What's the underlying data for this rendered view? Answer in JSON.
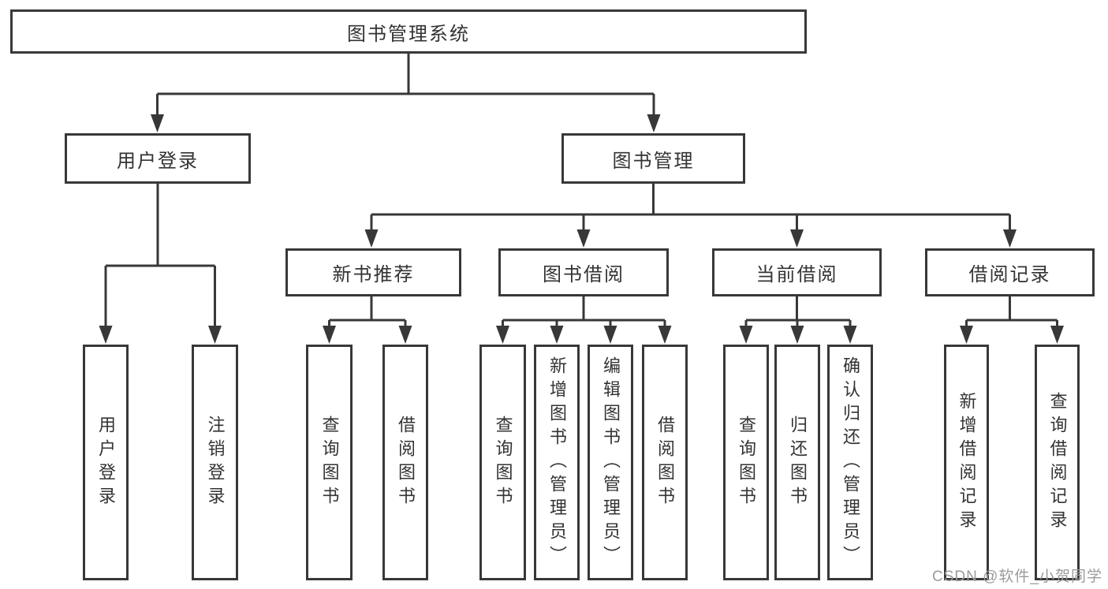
{
  "diagram": {
    "root": {
      "label": "图书管理系统"
    },
    "level2": [
      {
        "label": "用户登录"
      },
      {
        "label": "图书管理"
      }
    ],
    "level3": [
      {
        "label": "新书推荐"
      },
      {
        "label": "图书借阅"
      },
      {
        "label": "当前借阅"
      },
      {
        "label": "借阅记录"
      }
    ],
    "leaves": [
      {
        "label": "用户登录"
      },
      {
        "label": "注销登录"
      },
      {
        "label": "查询图书"
      },
      {
        "label": "借阅图书"
      },
      {
        "label": "查询图书"
      },
      {
        "label": "新增图书（管理员）"
      },
      {
        "label": "编辑图书（管理员）"
      },
      {
        "label": "借阅图书"
      },
      {
        "label": "查询图书"
      },
      {
        "label": "归还图书"
      },
      {
        "label": "确认归还（管理员）"
      },
      {
        "label": "新增借阅记录"
      },
      {
        "label": "查询借阅记录"
      }
    ]
  },
  "watermark": {
    "text": "CSDN @软件_小贺同学"
  },
  "colors": {
    "stroke": "#383838",
    "text": "#333333",
    "watermark_gray": "#9b9b9b",
    "background": "#ffffff"
  }
}
